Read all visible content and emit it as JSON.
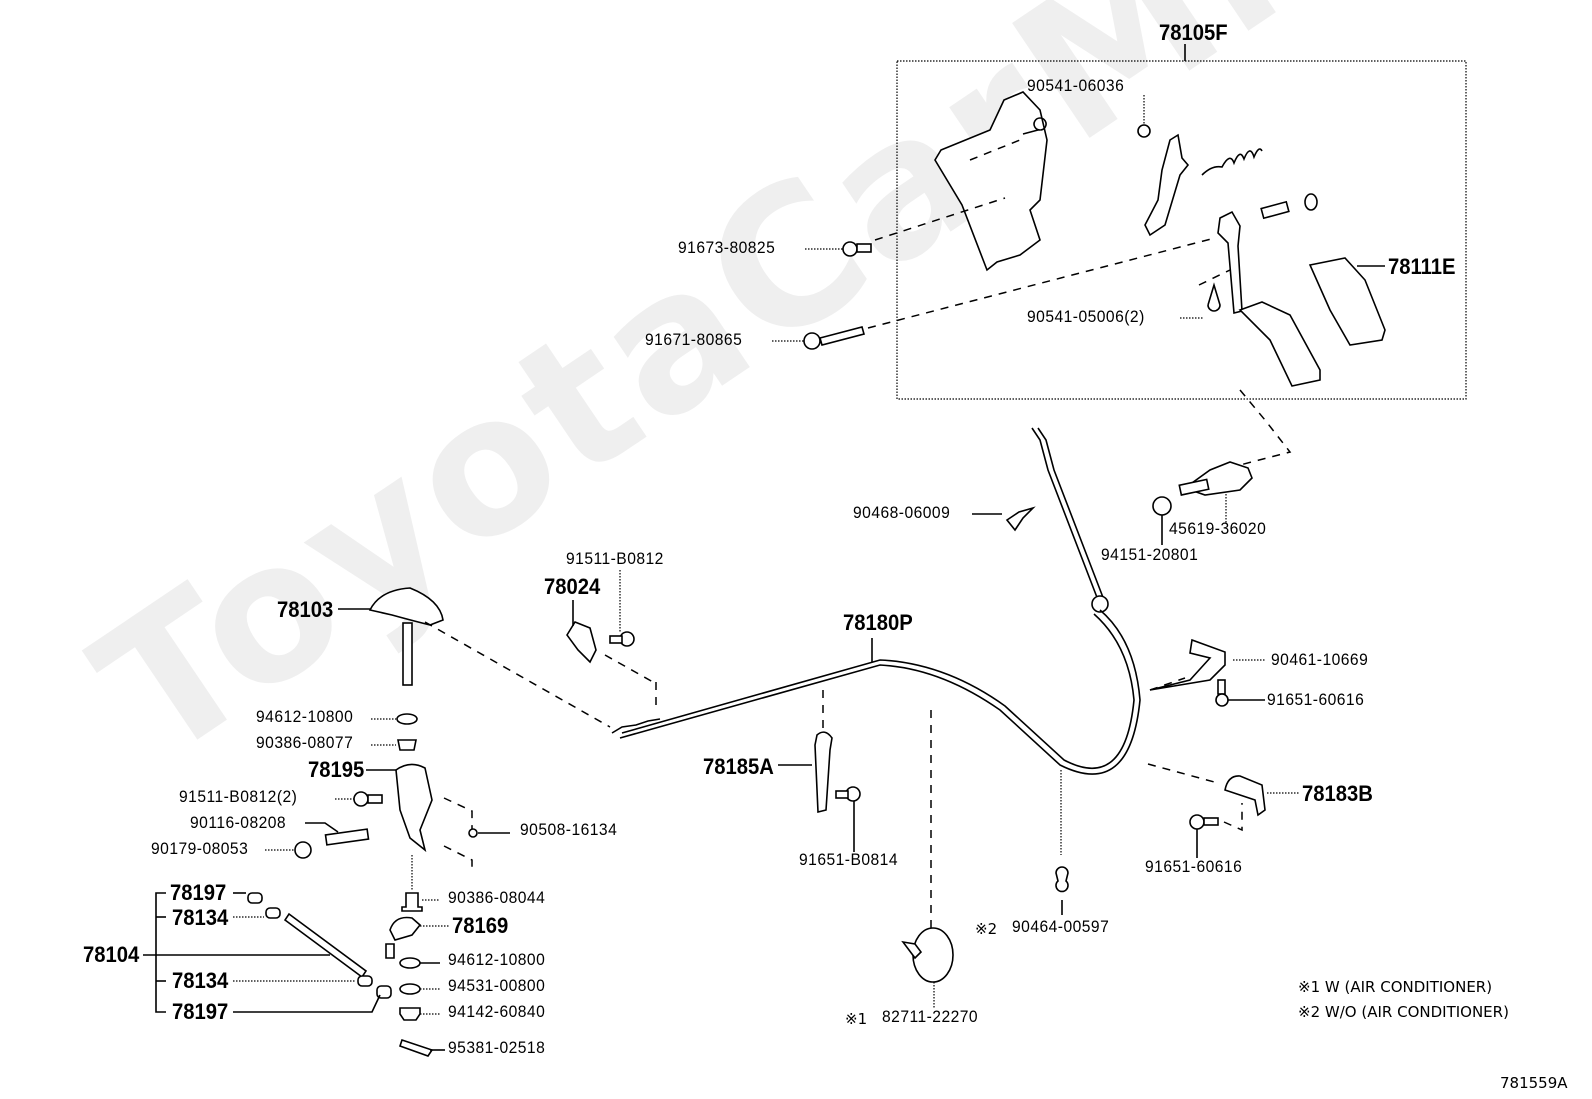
{
  "diagram": {
    "watermark": "ToyotaCarMine.ru",
    "drawing_code": "781559A",
    "notes": [
      {
        "mark": "※1",
        "text": "W (AIR CONDITIONER)"
      },
      {
        "mark": "※2",
        "text": "W/O (AIR CONDITIONER)"
      }
    ],
    "assembly": {
      "label": "78105F"
    },
    "parts": {
      "p90541_06036": "90541-06036",
      "p91673_80825": "91673-80825",
      "p91671_80865": "91671-80865",
      "p90541_05006": "90541-05006(2)",
      "p78111E": "78111E",
      "p90468_06009": "90468-06009",
      "p45619_36020": "45619-36020",
      "p94151_20801": "94151-20801",
      "p91511_B0812": "91511-B0812",
      "p78024": "78024",
      "p78103": "78103",
      "p78180P": "78180P",
      "p90461_10669": "90461-10669",
      "p91651_60616_a": "91651-60616",
      "p94612_10800_a": "94612-10800",
      "p90386_08077": "90386-08077",
      "p78195": "78195",
      "p91511_B0812_2": "91511-B0812(2)",
      "p90116_08208": "90116-08208",
      "p90179_08053": "90179-08053",
      "p90508_16134": "90508-16134",
      "p78185A": "78185A",
      "p78183B": "78183B",
      "p91651_B0814": "91651-B0814",
      "p91651_60616_b": "91651-60616",
      "p90464_00597": "90464-00597",
      "p90464_00597_mark": "※2",
      "p82711_22270": "82711-22270",
      "p82711_22270_mark": "※1",
      "p90386_08044": "90386-08044",
      "p78169": "78169",
      "p94612_10800_b": "94612-10800",
      "p94531_00800": "94531-00800",
      "p94142_60840": "94142-60840",
      "p95381_02518": "95381-02518",
      "p78104": "78104",
      "p78197_a": "78197",
      "p78134_a": "78134",
      "p78134_b": "78134",
      "p78197_b": "78197"
    }
  }
}
